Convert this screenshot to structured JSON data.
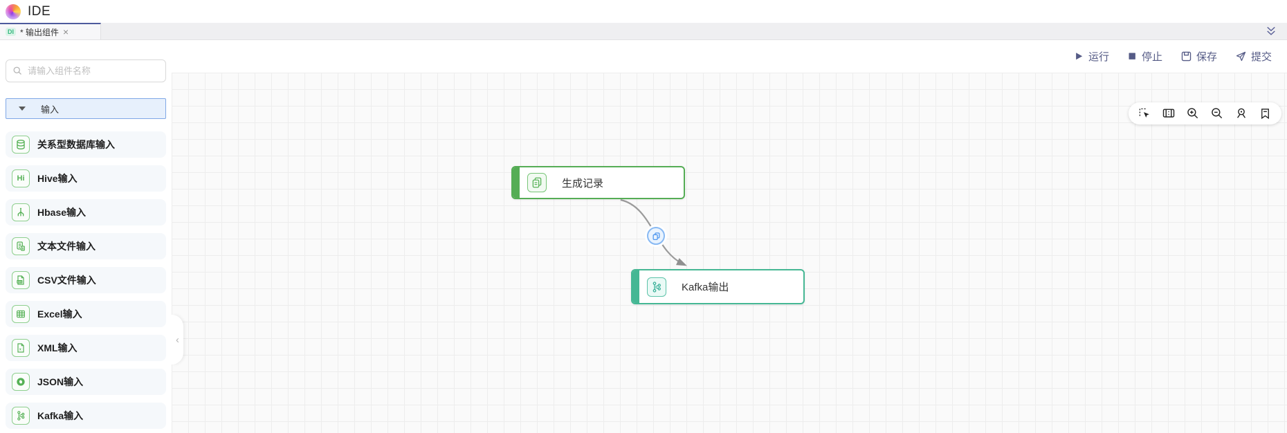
{
  "app": {
    "title": "IDE"
  },
  "tab_bar": {
    "active_tab": {
      "badge": "DI",
      "label": "* 输出组件",
      "close_glyph": "×"
    },
    "collapse_icon": "double-chevron-down"
  },
  "toolbar": {
    "run_label": "运行",
    "stop_label": "停止",
    "save_label": "保存",
    "submit_label": "提交"
  },
  "sidebar": {
    "search_placeholder": "请输入组件名称",
    "section": {
      "label": "输入",
      "state": "expanded"
    },
    "items": [
      {
        "label": "关系型数据库输入",
        "icon": "database-icon"
      },
      {
        "label": "Hive输入",
        "icon": "hive-icon",
        "icon_text": "Hi"
      },
      {
        "label": "Hbase输入",
        "icon": "hbase-icon"
      },
      {
        "label": "文本文件输入",
        "icon": "text-file-icon"
      },
      {
        "label": "CSV文件输入",
        "icon": "csv-file-icon",
        "icon_text": "csv"
      },
      {
        "label": "Excel输入",
        "icon": "excel-icon"
      },
      {
        "label": "XML输入",
        "icon": "xml-file-icon",
        "icon_text": "x"
      },
      {
        "label": "JSON输入",
        "icon": "json-icon"
      },
      {
        "label": "Kafka输入",
        "icon": "kafka-icon"
      }
    ]
  },
  "canvas": {
    "toolbar_icons": [
      "marquee-select",
      "minimap",
      "zoom-in",
      "zoom-out",
      "locate",
      "bookmark"
    ],
    "nodes": [
      {
        "label": "生成记录",
        "color": "#55ad55",
        "icon": "generate-records-icon"
      },
      {
        "label": "Kafka输出",
        "color": "#45b794",
        "icon": "kafka-icon"
      }
    ],
    "edge": {
      "from": "生成记录",
      "to": "Kafka输出",
      "badge_icon": "copy-icon",
      "color": "#9b9b9b"
    },
    "collapse_glyph": "‹"
  },
  "colors": {
    "accent_blue": "#4e5b9d",
    "toolbar_text": "#555b86",
    "item_green": "#56b156",
    "node_green": "#55ad55",
    "node_teal": "#45b794",
    "badge_blue": "#88b9f3"
  }
}
